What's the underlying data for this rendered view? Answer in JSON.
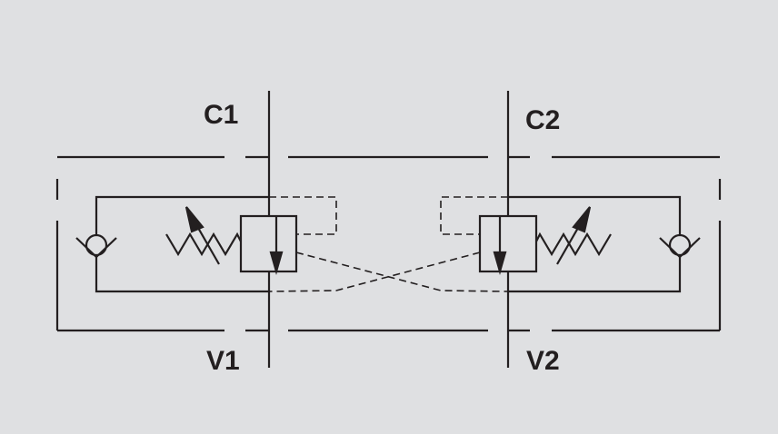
{
  "ports": {
    "c1": "C1",
    "c2": "C2",
    "v1": "V1",
    "v2": "V2"
  },
  "colors": {
    "background": "#dfe0e2",
    "line": "#231f20"
  }
}
